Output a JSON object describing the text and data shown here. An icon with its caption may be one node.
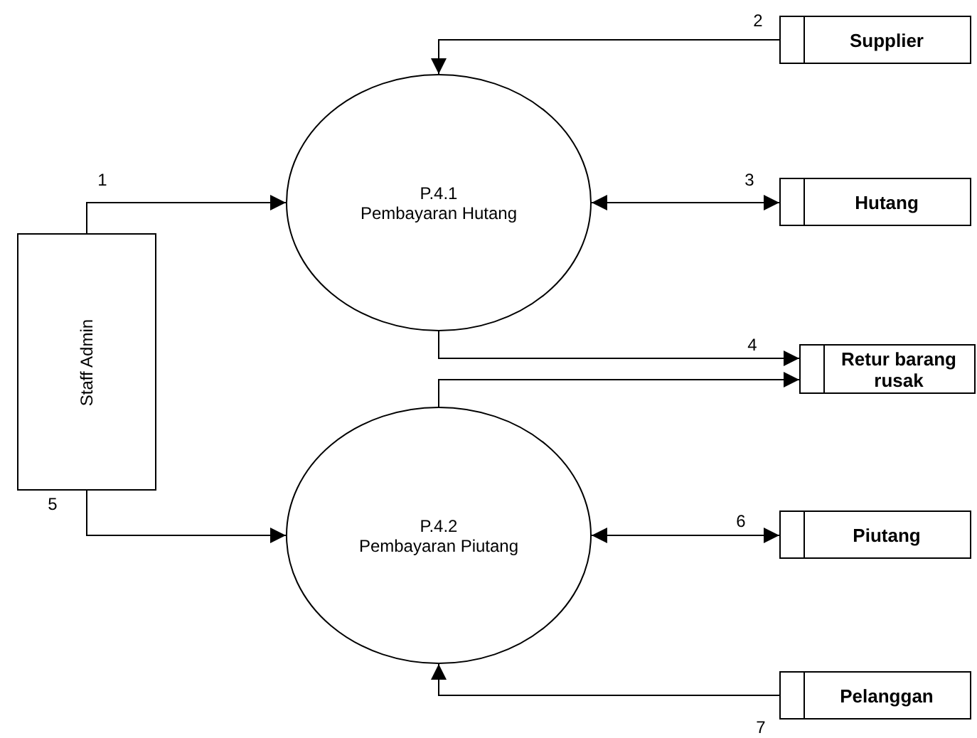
{
  "diagram": {
    "nodes": [
      {
        "text": [
          "Supplier"
        ]
      },
      {
        "text": [
          "P.4.1",
          "Pembayaran Hutang"
        ]
      },
      {
        "text": [
          "Hutang"
        ]
      },
      {
        "text": [
          "Staff Admin"
        ]
      },
      {
        "text": [
          "Retur barang rusak"
        ]
      },
      {
        "text": [
          "P.4.2",
          "Pembayaran Piutang"
        ]
      },
      {
        "text": [
          "Piutang"
        ]
      },
      {
        "text": [
          "Pelanggan"
        ]
      }
    ],
    "edges": [
      {
        "from": 3,
        "to": 1,
        "arrow": "to",
        "label": "1"
      },
      {
        "from": 0,
        "to": 1,
        "arrow": "to",
        "label": "2"
      },
      {
        "from": 1,
        "to": 2,
        "arrow": "both",
        "label": "3"
      },
      {
        "from": 1,
        "to": 4,
        "arrow": "to",
        "label": "4"
      },
      {
        "from": 5,
        "to": 4,
        "arrow": "to"
      },
      {
        "from": 3,
        "to": 5,
        "arrow": "to",
        "label": "5"
      },
      {
        "from": 5,
        "to": 6,
        "arrow": "both",
        "label": "6"
      },
      {
        "from": 7,
        "to": 5,
        "arrow": "to",
        "label": "7"
      }
    ]
  }
}
